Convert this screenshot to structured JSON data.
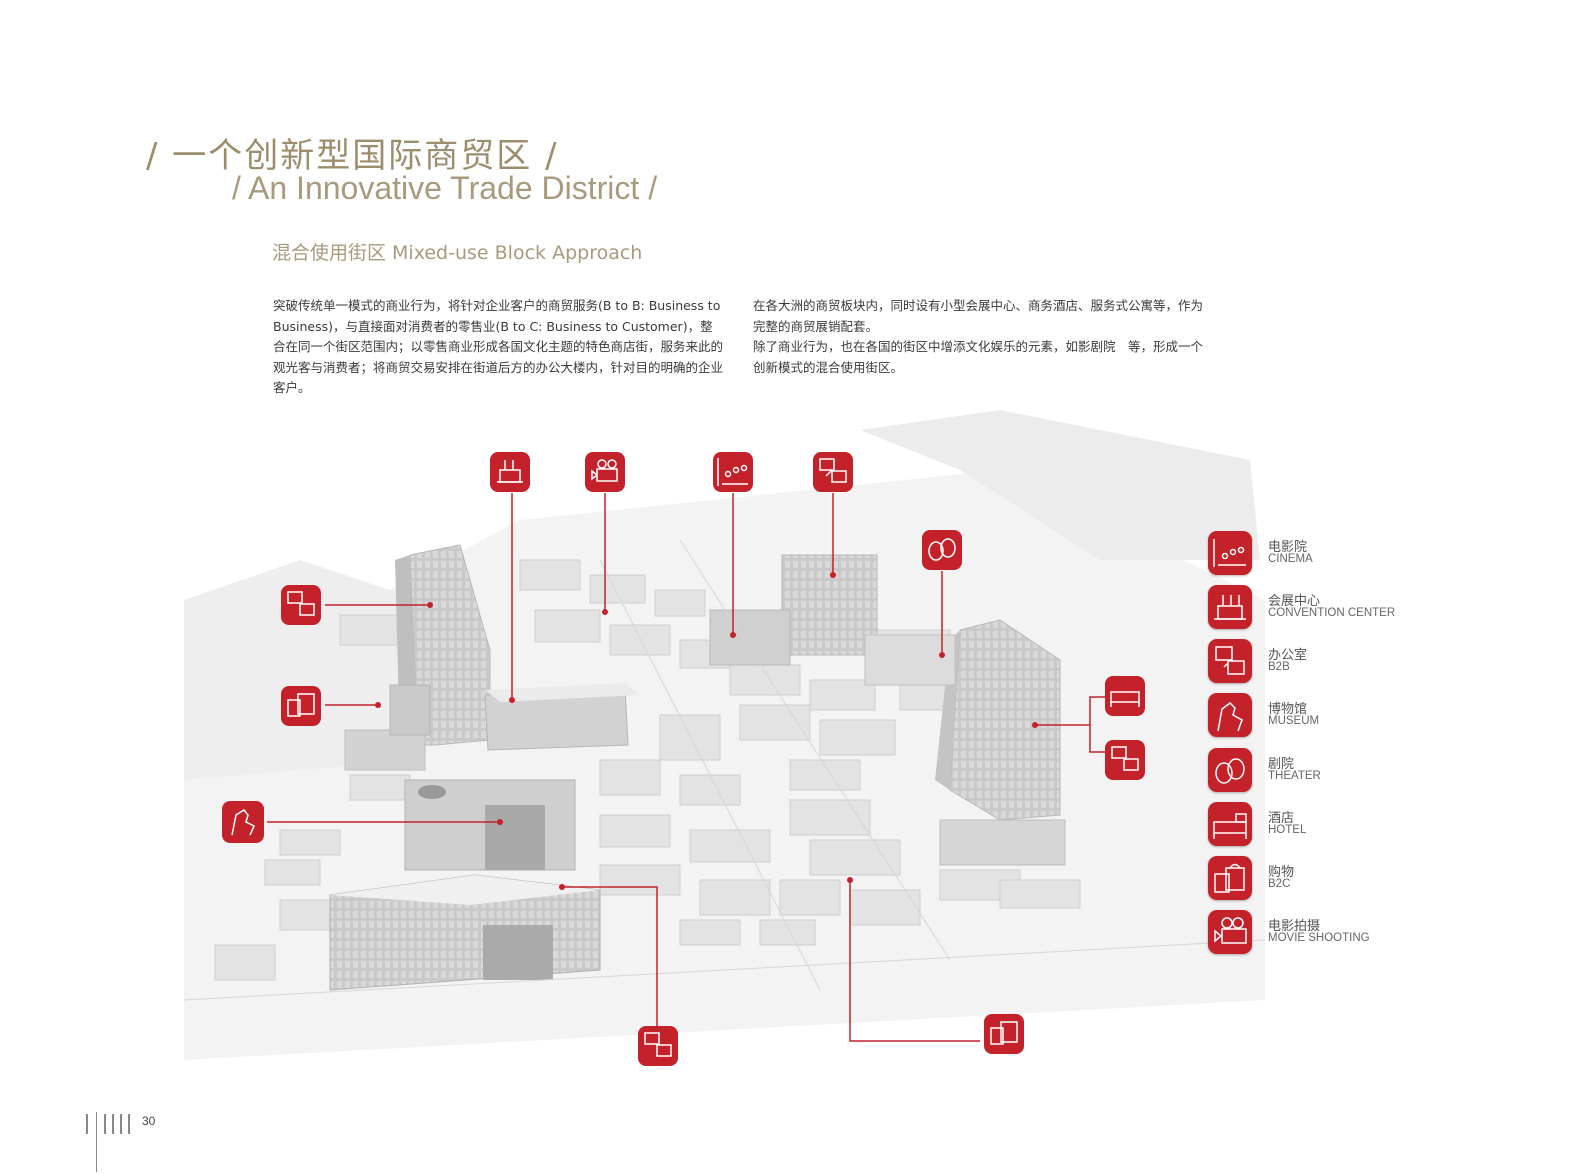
{
  "header": {
    "title_cn": "/ 一个创新型国际商贸区 /",
    "title_en": "/ An Innovative Trade District /",
    "subtitle": "混合使用街区  Mixed-use Block Approach"
  },
  "body": {
    "para_left": "突破传统单一模式的商业行为，将针对企业客户的商贸服务(B to B: Business to Business)，与直接面对消费者的零售业(B to C: Business to Customer)，整合在同一个街区范围内；以零售商业形成各国文化主题的特色商店街，服务来此的观光客与消费者；将商贸交易安排在街道后方的办公大楼内，针对目的明确的企业客户。",
    "para_right_1": "在各大洲的商贸板块内，同时设有小型会展中心、商务酒店、服务式公寓等，作为完整的商贸展销配套。",
    "para_right_2": "除了商业行为，也在各国的街区中增添文化娱乐的元素，如影剧院　等，形成一个创新模式的混合使用街区。"
  },
  "legend": [
    {
      "cn": "电影院",
      "en": "CINEMA",
      "icon": "cinema-icon"
    },
    {
      "cn": "会展中心",
      "en": "CONVENTION CENTER",
      "icon": "convention-icon"
    },
    {
      "cn": "办公室",
      "en": "B2B",
      "icon": "office-icon"
    },
    {
      "cn": "博物馆",
      "en": "MUSEUM",
      "icon": "museum-icon"
    },
    {
      "cn": "剧院",
      "en": "THEATER",
      "icon": "theater-icon"
    },
    {
      "cn": "酒店",
      "en": "HOTEL",
      "icon": "hotel-icon"
    },
    {
      "cn": "购物",
      "en": "B2C",
      "icon": "shopping-icon"
    },
    {
      "cn": "电影拍摄",
      "en": "MOVIE SHOOTING",
      "icon": "movie-shooting-icon"
    }
  ],
  "footer": {
    "page_number": "30"
  },
  "colors": {
    "accent": "#c4222a",
    "gold": "#a89a7c",
    "text": "#3a3a3a"
  }
}
